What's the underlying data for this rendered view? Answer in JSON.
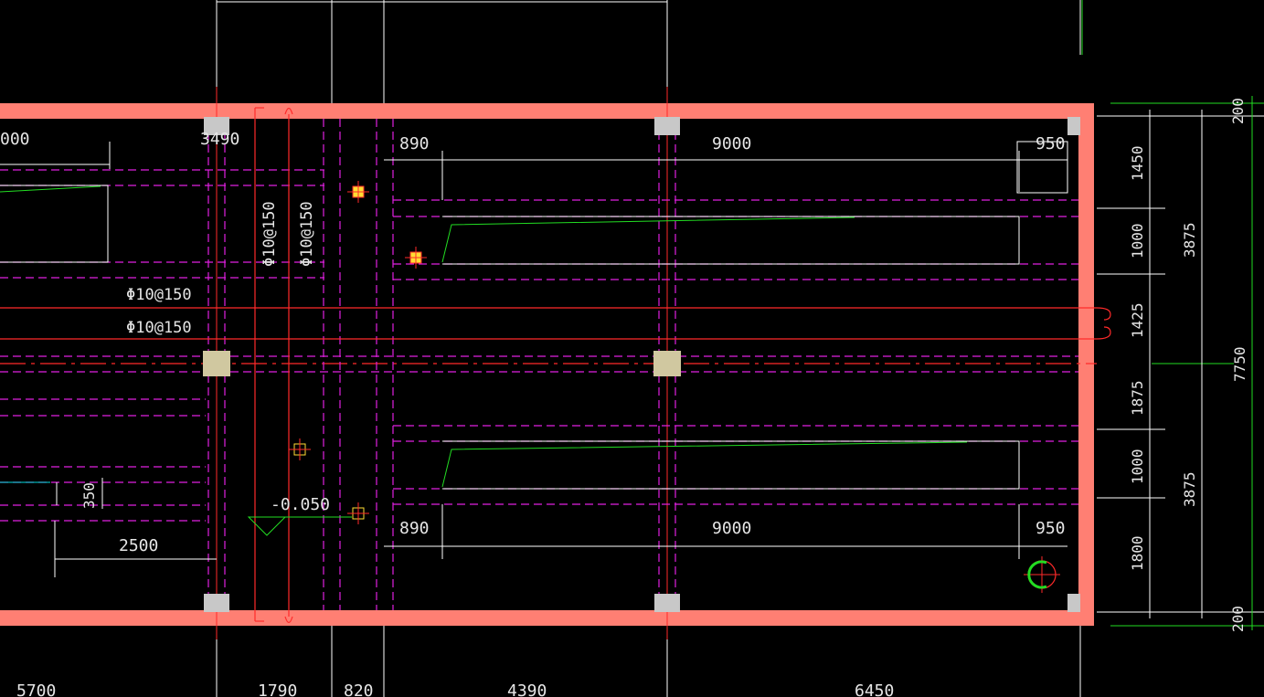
{
  "labels": {
    "top_row": [
      "000",
      "3490",
      "890",
      "9000",
      "950"
    ],
    "bottom_row": [
      "890",
      "9000",
      "950"
    ],
    "rebar": [
      "Φ10@150",
      "Φ10@150",
      "Φ10@150",
      "Φ10@150"
    ],
    "level": "-0.050",
    "left_dims": [
      "2500",
      "350"
    ],
    "bottom_axis": [
      "5700",
      "1790",
      "820",
      "4390",
      "6450"
    ],
    "right_col1": [
      "200",
      "1450",
      "1000",
      "1425",
      "1875",
      "1000",
      "1800",
      "200"
    ],
    "right_col2": [
      "3875",
      "3875"
    ],
    "right_col3": [
      "7750"
    ]
  },
  "colors": {
    "background": "#000000",
    "wall": "#ff7f73",
    "dashed_beam": "#e020e0",
    "dimension": "#e6e6e6",
    "axis_green": "#22dd22",
    "rebar_red": "#ff2a2a",
    "column_fill": "#c8c8c8"
  }
}
